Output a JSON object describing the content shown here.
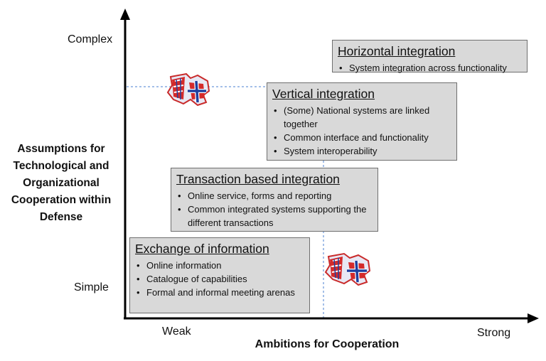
{
  "axes": {
    "y_top": "Complex",
    "y_bottom": "Simple",
    "x_left": "Weak",
    "x_right": "Strong",
    "y_title": [
      "Assumptions for",
      "Technological and",
      "Organizational",
      "Cooperation within",
      "Defense"
    ],
    "x_title": "Ambitions for Cooperation"
  },
  "boxes": {
    "horizontal": {
      "title": "Horizontal integration",
      "items": [
        "System integration across functionality"
      ]
    },
    "vertical": {
      "title": "Vertical integration",
      "items": [
        "(Some) National systems are linked together",
        "Common interface and functionality",
        "System interoperability"
      ]
    },
    "transaction": {
      "title": "Transaction based integration",
      "items": [
        "Online service, forms and reporting",
        "Common integrated systems supporting the different transactions"
      ]
    },
    "exchange": {
      "title": "Exchange of information",
      "items": [
        "Online information",
        "Catalogue of capabilities",
        "Formal and informal meeting arenas"
      ]
    }
  },
  "colors": {
    "box_fill": "#d9d9d9",
    "box_border": "#6f6f6f",
    "guide_line": "#4a7fd0",
    "flag_red": "#d42a2a",
    "flag_blue": "#1f3f9f"
  },
  "icons": [
    "uk-norway-puzzle-icon",
    "uk-norway-puzzle-icon"
  ]
}
